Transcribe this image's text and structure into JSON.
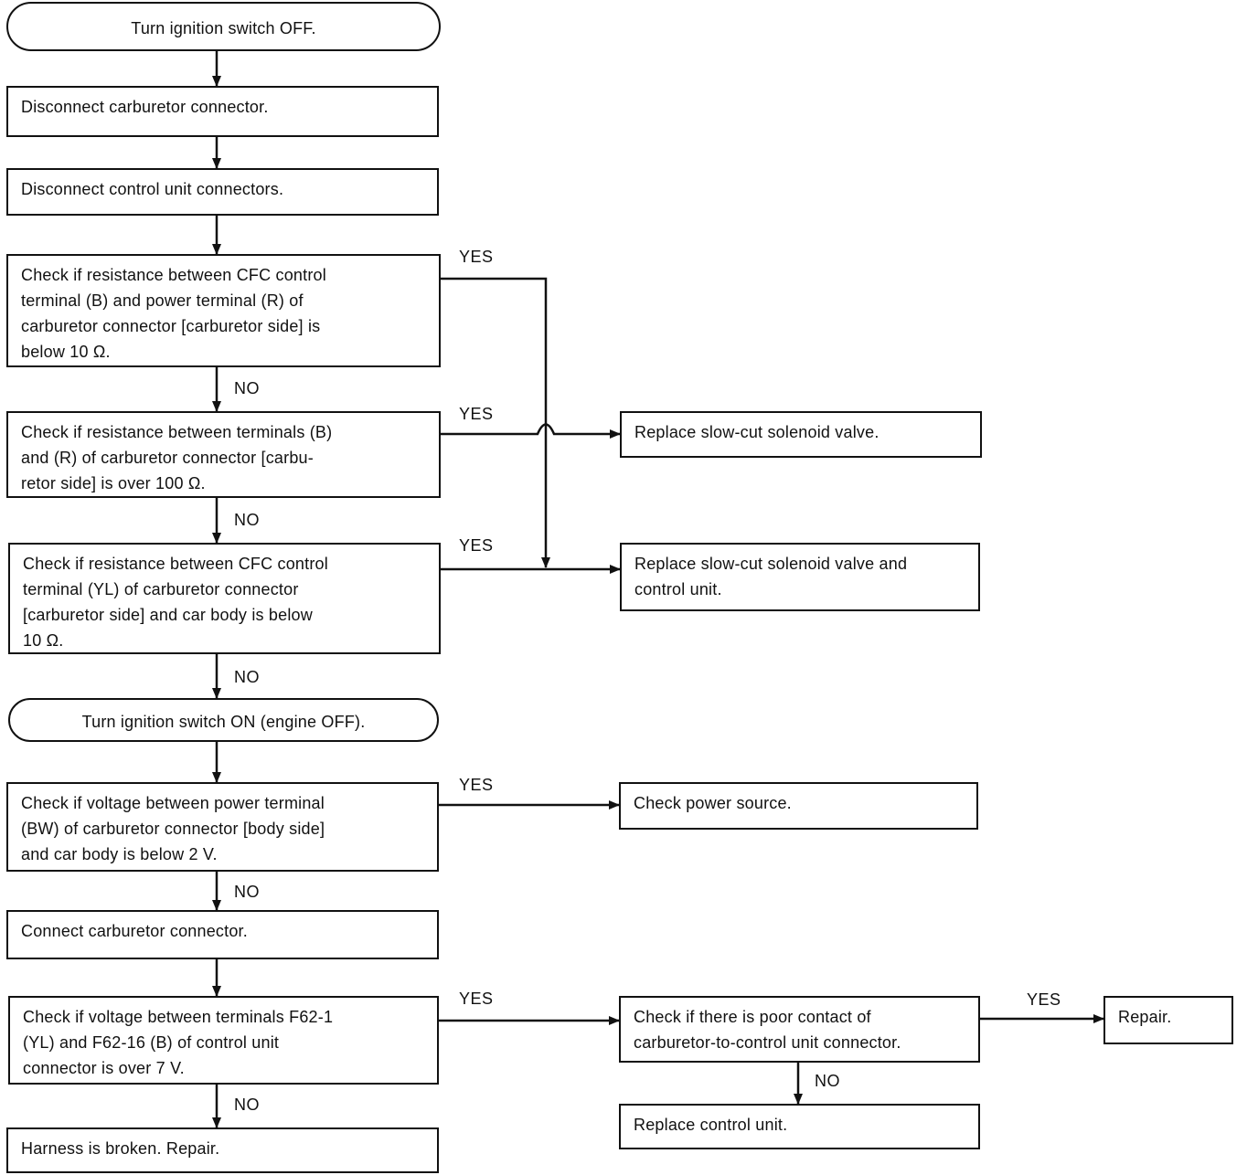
{
  "nodes": {
    "start": "Turn ignition switch OFF.",
    "disc_carb": "Disconnect carburetor connector.",
    "disc_cu": "Disconnect control unit connectors.",
    "check1": "Check if resistance between CFC control\nterminal (B) and power terminal (R) of\ncarburetor connector [carburetor side] is\nbelow 10 Ω.",
    "check2": "Check if resistance between terminals (B)\nand (R) of carburetor connector [carbu-\nretor side] is over 100 Ω.",
    "check3": "Check if resistance between CFC control\nterminal (YL) of carburetor connector\n[carburetor side] and car body is below\n10 Ω.",
    "ign_on": "Turn ignition switch ON (engine OFF).",
    "check4": "Check if voltage between power terminal\n(BW) of carburetor connector [body side]\nand car body is below 2 V.",
    "conn_carb": "Connect carburetor connector.",
    "check5": "Check if voltage between terminals F62-1\n(YL) and F62-16 (B) of control unit\nconnector is over 7 V.",
    "harness": "Harness is broken.  Repair.",
    "replace_valve": "Replace slow-cut solenoid valve.",
    "replace_valve_cu": "Replace slow-cut solenoid valve and\ncontrol unit.",
    "check_power": "Check power source.",
    "check_contact": "Check if there is poor contact of\ncarburetor-to-control unit connector.",
    "repair": "Repair.",
    "replace_cu": "Replace control unit."
  },
  "labels": {
    "yes": "YES",
    "no": "NO"
  }
}
